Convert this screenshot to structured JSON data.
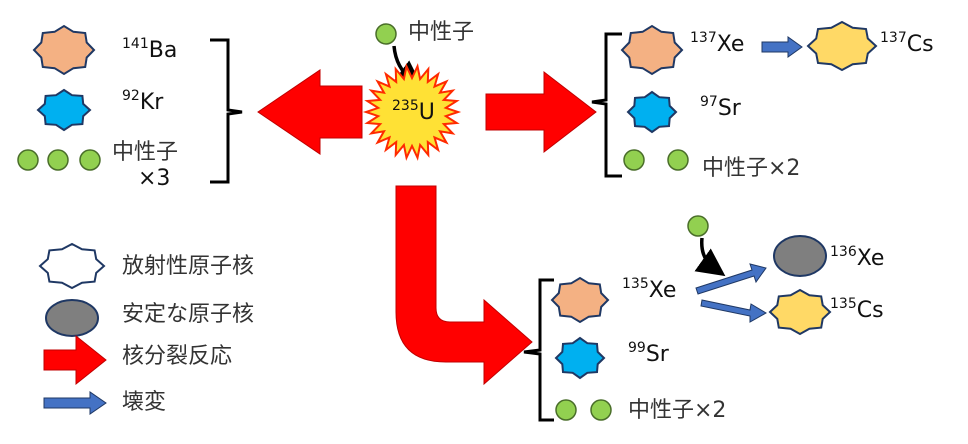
{
  "colors": {
    "fission_arrow": "#ff0000",
    "decay_arrow": "#4472c4",
    "neutron": "#92d050",
    "uranium": "#ffe135",
    "barium_xenon135": "#f4b183",
    "krypton_strontium": "#00b0f0",
    "cesium": "#ffd966",
    "stable": "#7f7f7f"
  },
  "center": {
    "neutron_label": "中性子",
    "uranium": {
      "mass": "235",
      "symbol": "U"
    }
  },
  "left_products": {
    "ba": {
      "mass": "141",
      "symbol": "Ba"
    },
    "kr": {
      "mass": "92",
      "symbol": "Kr"
    },
    "neutron_line1": "中性子",
    "neutron_line2": "×3"
  },
  "right_products": {
    "xe": {
      "mass": "137",
      "symbol": "Xe"
    },
    "cs": {
      "mass": "137",
      "symbol": "Cs"
    },
    "sr": {
      "mass": "97",
      "symbol": "Sr"
    },
    "neutrons": "中性子×2"
  },
  "bottom_products": {
    "xe135": {
      "mass": "135",
      "symbol": "Xe"
    },
    "xe136": {
      "mass": "136",
      "symbol": "Xe"
    },
    "cs135": {
      "mass": "135",
      "symbol": "Cs"
    },
    "sr99": {
      "mass": "99",
      "symbol": "Sr"
    },
    "neutrons": "中性子×2"
  },
  "legend": {
    "radioactive": "放射性原子核",
    "stable": "安定な原子核",
    "fission": "核分裂反応",
    "decay": "壊変"
  }
}
